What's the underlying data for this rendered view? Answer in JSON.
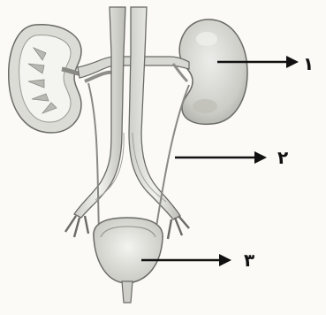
{
  "colors": {
    "organ_fill": "#e3e3de",
    "organ_stroke": "#6a6a66",
    "kidney_shade": "#c9c9c3",
    "medulla": "#f4f4f0",
    "arrow": "#111111"
  },
  "labels": {
    "label_1": "۱",
    "label_2": "۲",
    "label_3": "۳"
  }
}
